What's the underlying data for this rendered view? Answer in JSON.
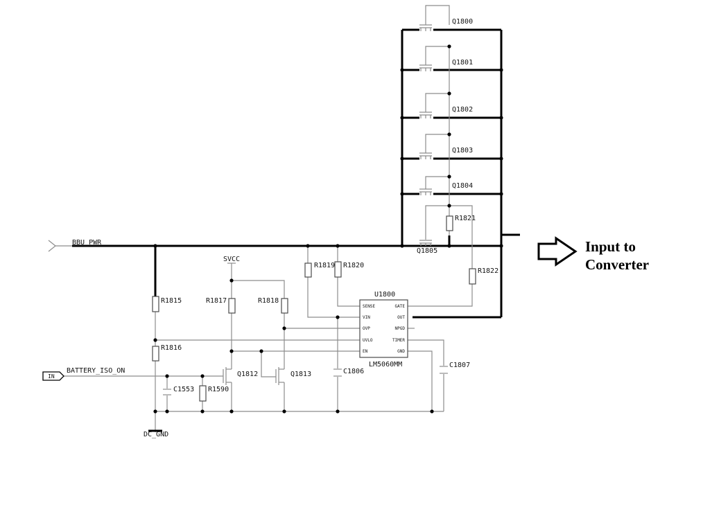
{
  "nets": {
    "bbu_pwr": "BBU_PWR",
    "svcc": "SVCC",
    "battery_iso_on": "BATTERY_ISO_ON",
    "dc_gnd": "DC_GND",
    "in_port": "IN"
  },
  "mosfets": [
    "Q1800",
    "Q1801",
    "Q1802",
    "Q1803",
    "Q1804",
    "Q1805"
  ],
  "transistors": {
    "q1812": "Q1812",
    "q1813": "Q1813"
  },
  "resistors": {
    "r1815": "R1815",
    "r1816": "R1816",
    "r1817": "R1817",
    "r1818": "R1818",
    "r1819": "R1819",
    "r1820": "R1820",
    "r1821": "R1821",
    "r1822": "R1822",
    "r1590": "R1590"
  },
  "capacitors": {
    "c1553": "C1553",
    "c1806": "C1806",
    "c1807": "C1807"
  },
  "ic": {
    "designator": "U1800",
    "part": "LM5060MM",
    "pins_left": [
      "SENSE",
      "VIN",
      "OVP",
      "UVLO",
      "EN"
    ],
    "pins_right": [
      "GATE",
      "OUT",
      "NPGD",
      "TIMER",
      "GND"
    ]
  },
  "annotation": {
    "line1": "Input to",
    "line2": "Converter"
  }
}
